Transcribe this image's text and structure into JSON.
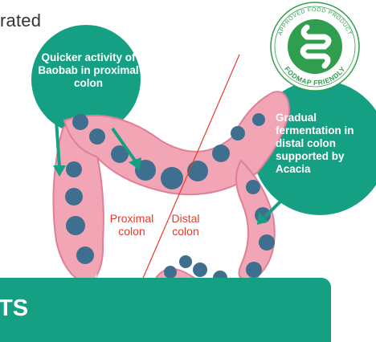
{
  "header": {
    "partial_text": "rated"
  },
  "bubbles": {
    "proximal": "Quicker activity of Baobab in proximal colon",
    "distal": "Gradual fermentation in distal colon supported by Acacia"
  },
  "regions": {
    "proximal": "Proximal colon",
    "distal": "Distal colon"
  },
  "badge": {
    "top_text": "APPROVED FOOD PRODUCT",
    "bottom_text": "FODMAP FRIENDLY",
    "icon": "fodmap-gut-icon"
  },
  "panel": {
    "partial_text": "TS"
  },
  "colors": {
    "teal": "#15a084",
    "colon_pink": "#f2a5b5",
    "dots": "#3f6f8f",
    "red_labels": "#e8392b",
    "badge_green": "#2f9e4e"
  }
}
